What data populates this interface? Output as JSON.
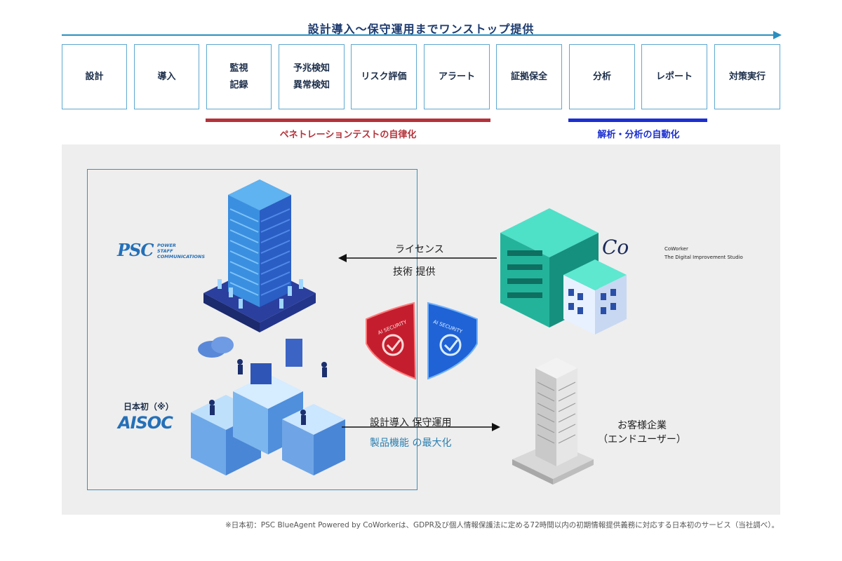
{
  "header": {
    "title": "設計導入〜保守運用までワンストップ提供"
  },
  "steps": [
    {
      "label": "設計"
    },
    {
      "label": "導入"
    },
    {
      "label": "監視\n記録"
    },
    {
      "label": "予兆検知\n異常検知"
    },
    {
      "label": "リスク評価"
    },
    {
      "label": "アラート"
    },
    {
      "label": "証拠保全"
    },
    {
      "label": "分析"
    },
    {
      "label": "レポート"
    },
    {
      "label": "対策実行"
    }
  ],
  "captions": {
    "pentest": "ペネトレーションテストの自律化",
    "analysis": "解析・分析の自動化",
    "pentest_color": "#b5323a",
    "analysis_color": "#1b2fd1"
  },
  "left": {
    "psc_logo": "PSC",
    "psc_sub": "POWER\nSTAFF\nCOMMUNICATIONS",
    "aisoc_note": "日本初（※）",
    "aisoc_logo": "AISOC"
  },
  "arrows": {
    "license": "ライセンス",
    "tech": "技術 提供",
    "design_ops": "設計導入 保守運用",
    "maximize": "製品機能 の最大化"
  },
  "badges": {
    "left_text": "AI SECURITY",
    "right_text": "AI SECURITY"
  },
  "coworker": {
    "logo": "Co",
    "name": "CoWorker",
    "tagline": "The Digital Improvement Studio"
  },
  "customer": {
    "line1": "お客様企業",
    "line2": "（エンドユーザー）"
  },
  "footnote": "※日本初：PSC BlueAgent Powered by CoWorkerは、GDPR及び個人情報保護法に定める72時間以内の初期情報提供義務に対応する日本初のサービス（当社調べ）。",
  "colors": {
    "accent_blue": "#2a8fc0",
    "teal": "#2bbfa8"
  }
}
